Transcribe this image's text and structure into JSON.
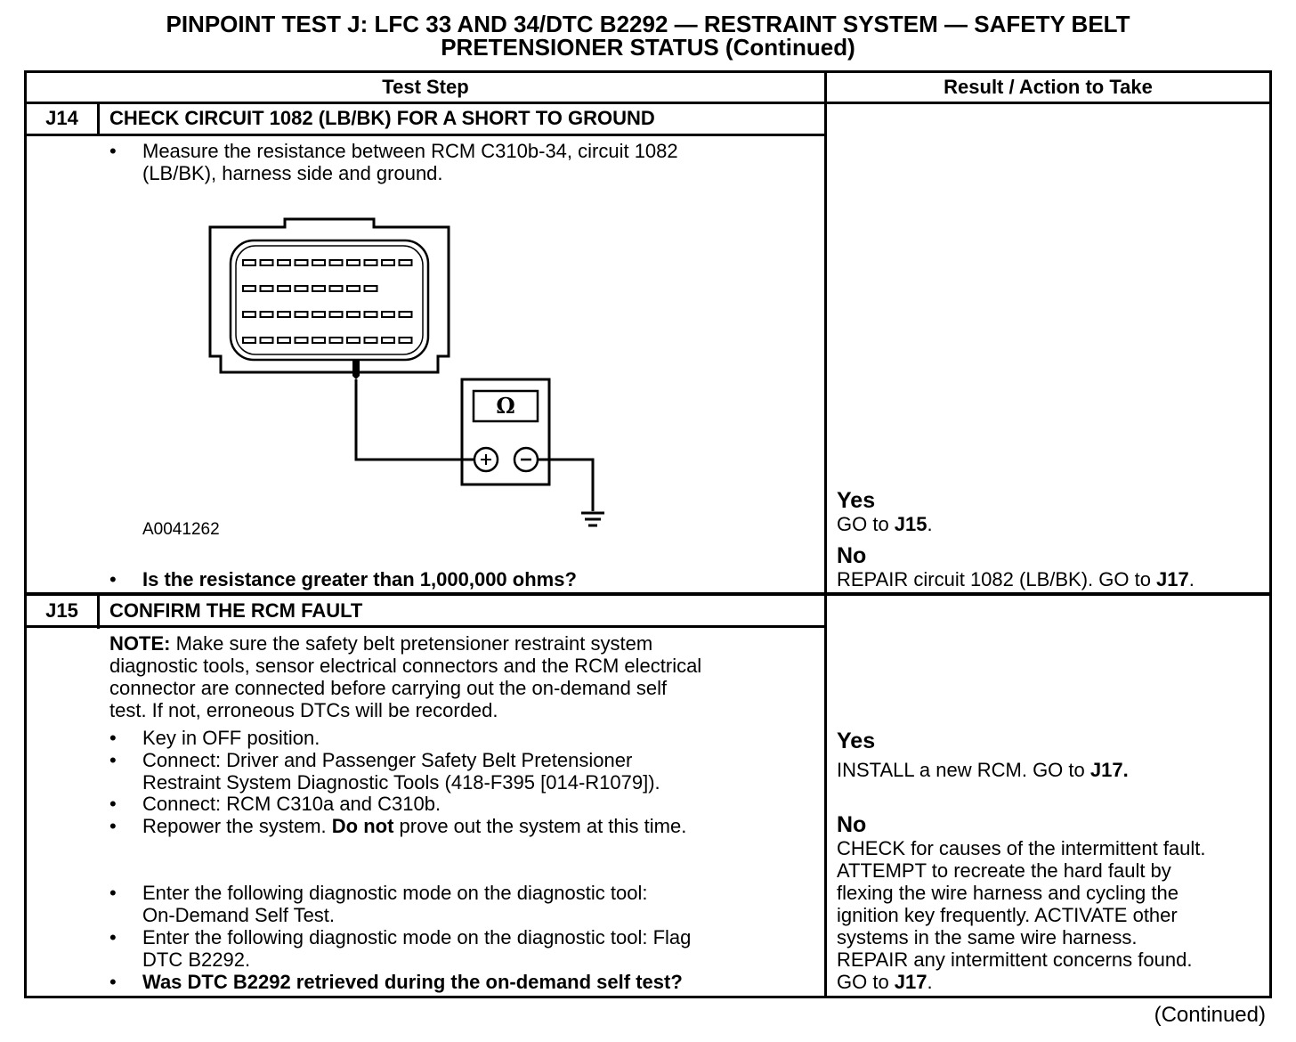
{
  "title": {
    "line1": "PINPOINT TEST  J: LFC 33 AND 34/DTC B2292 — RESTRAINT SYSTEM — SAFETY BELT",
    "line2": "PRETENSIONER STATUS (Continued)"
  },
  "table": {
    "col_test_step": "Test Step",
    "col_result": "Result / Action to Take"
  },
  "j14": {
    "id": "J14",
    "heading": "CHECK CIRCUIT 1082 (LB/BK) FOR A SHORT TO GROUND",
    "step1_line1": "Measure the resistance between RCM C310b-34, circuit 1082",
    "step1_line2": "(LB/BK), harness side and ground.",
    "figure_id": "A0041262",
    "question": "Is the resistance greater than 1,000,000 ohms?",
    "meter_symbol": "Ω",
    "yes_label": "Yes",
    "yes_pre": "GO to ",
    "yes_ref": "J15",
    "yes_post": ".",
    "no_label": "No",
    "no_pre": "REPAIR circuit 1082 (LB/BK). GO to ",
    "no_ref": "J17",
    "no_post": "."
  },
  "j15": {
    "id": "J15",
    "heading": "CONFIRM THE RCM FAULT",
    "note_label": "NOTE:",
    "note_l1": " Make sure the safety belt pretensioner restraint system",
    "note_l2": "diagnostic tools, sensor electrical connectors and the RCM electrical",
    "note_l3": "connector are connected before carrying out the on-demand self",
    "note_l4": "test. If not, erroneous DTCs will be recorded.",
    "s1": "Key in OFF position.",
    "s2_l1": "Connect: Driver and Passenger Safety Belt Pretensioner",
    "s2_l2": "Restraint System Diagnostic Tools (418-F395 [014-R1079]).",
    "s3": "Connect: RCM C310a and C310b.",
    "s4_pre": "Repower the system. ",
    "s4_bold": "Do not",
    "s4_post": " prove out the system at this time.",
    "s5_l1": "Enter the following diagnostic mode on the diagnostic tool:",
    "s5_l2": "On-Demand Self Test.",
    "s6_l1": "Enter the following diagnostic mode on the diagnostic tool: Flag",
    "s6_l2": "DTC B2292.",
    "question": "Was DTC B2292 retrieved during the on-demand self test?",
    "yes_label": "Yes",
    "yes_pre": "INSTALL a new RCM.  GO to ",
    "yes_ref": "J17.",
    "no_label": "No",
    "no_l1": "CHECK for causes of the intermittent fault.",
    "no_l2": "ATTEMPT to recreate the hard fault by",
    "no_l3": "flexing the wire harness and cycling the",
    "no_l4": "ignition key frequently. ACTIVATE other",
    "no_l5": "systems in the same wire harness.",
    "no_l6": "REPAIR any intermittent concerns found.",
    "no_pre": "GO to ",
    "no_ref": "J17",
    "no_post": "."
  },
  "bullet": "•",
  "continued": "(Continued)"
}
